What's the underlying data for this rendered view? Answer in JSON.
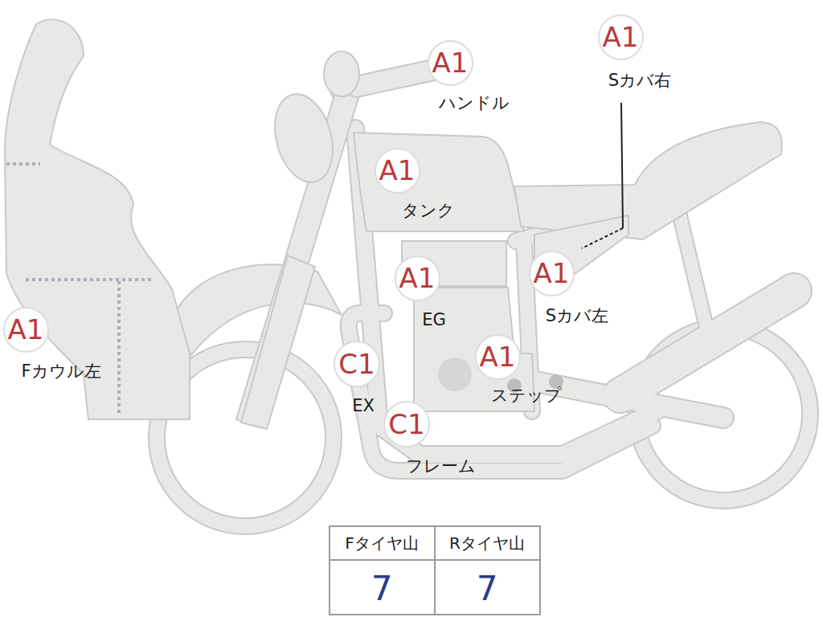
{
  "diagram": {
    "nodes": [
      {
        "text": [
          "A1",
          "ハンドル"
        ]
      },
      {
        "text": [
          "A1",
          "Sカバ右"
        ]
      },
      {
        "text": [
          "A1",
          "タンク"
        ]
      },
      {
        "text": [
          "A1",
          "EG"
        ]
      },
      {
        "text": [
          "A1",
          "Sカバ左"
        ]
      },
      {
        "text": [
          "A1",
          "Fカウル左"
        ]
      },
      {
        "text": [
          "C1",
          "EX"
        ]
      },
      {
        "text": [
          "A1",
          "ステップ"
        ]
      },
      {
        "text": [
          "C1",
          "フレーム"
        ]
      }
    ],
    "labels": [
      "Fタイヤ山",
      "Rタイヤ山",
      "7",
      "7"
    ]
  }
}
